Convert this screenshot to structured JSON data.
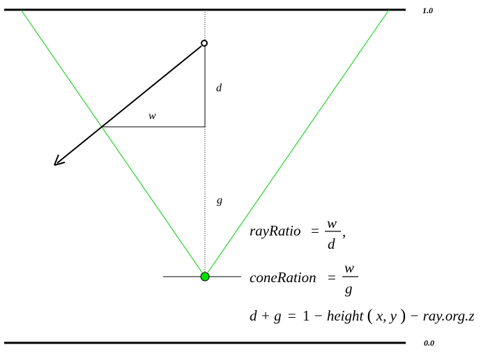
{
  "levels": {
    "top": "1.0",
    "bottom": "0.0"
  },
  "variables": {
    "d": "d",
    "w": "w",
    "g": "g"
  },
  "formulas": {
    "ray_ratio": {
      "lhs": "rayRatio",
      "eq": "=",
      "num": "w",
      "den": "d",
      "tail": ","
    },
    "cone_ratio": {
      "lhs": "coneRation",
      "eq": "=",
      "num": "w",
      "den": "g"
    },
    "sum": {
      "lhs": "d + g",
      "eq": "=",
      "one": "1",
      "minus1": "−",
      "height_fn": "height",
      "args_open": "(",
      "args": "x, y",
      "args_close": ")",
      "minus2": "−",
      "ray_z": "ray.org.z"
    }
  },
  "colors": {
    "cone": "#00cc00",
    "apex_fill": "#00dd00",
    "line": "#000000"
  }
}
